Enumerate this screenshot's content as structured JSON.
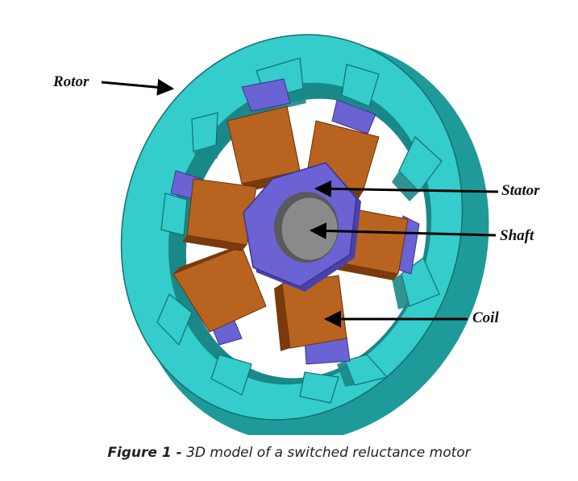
{
  "labels": {
    "rotor": "Rotor",
    "stator": "Stator",
    "shaft": "Shaft",
    "coil": "Coil"
  },
  "caption": {
    "prefix": "Figure 1 -",
    "text": "3D model of a switched reluctance motor"
  },
  "colors": {
    "rotor_face": "#35cccc",
    "rotor_side": "#1f9a9a",
    "rotor_dark": "#147878",
    "stator": "#6b63d4",
    "stator_dark": "#4a42a8",
    "coil": "#b86420",
    "coil_dark": "#7a3a0c",
    "shaft": "#8a8a8a",
    "arrow": "#000000"
  }
}
